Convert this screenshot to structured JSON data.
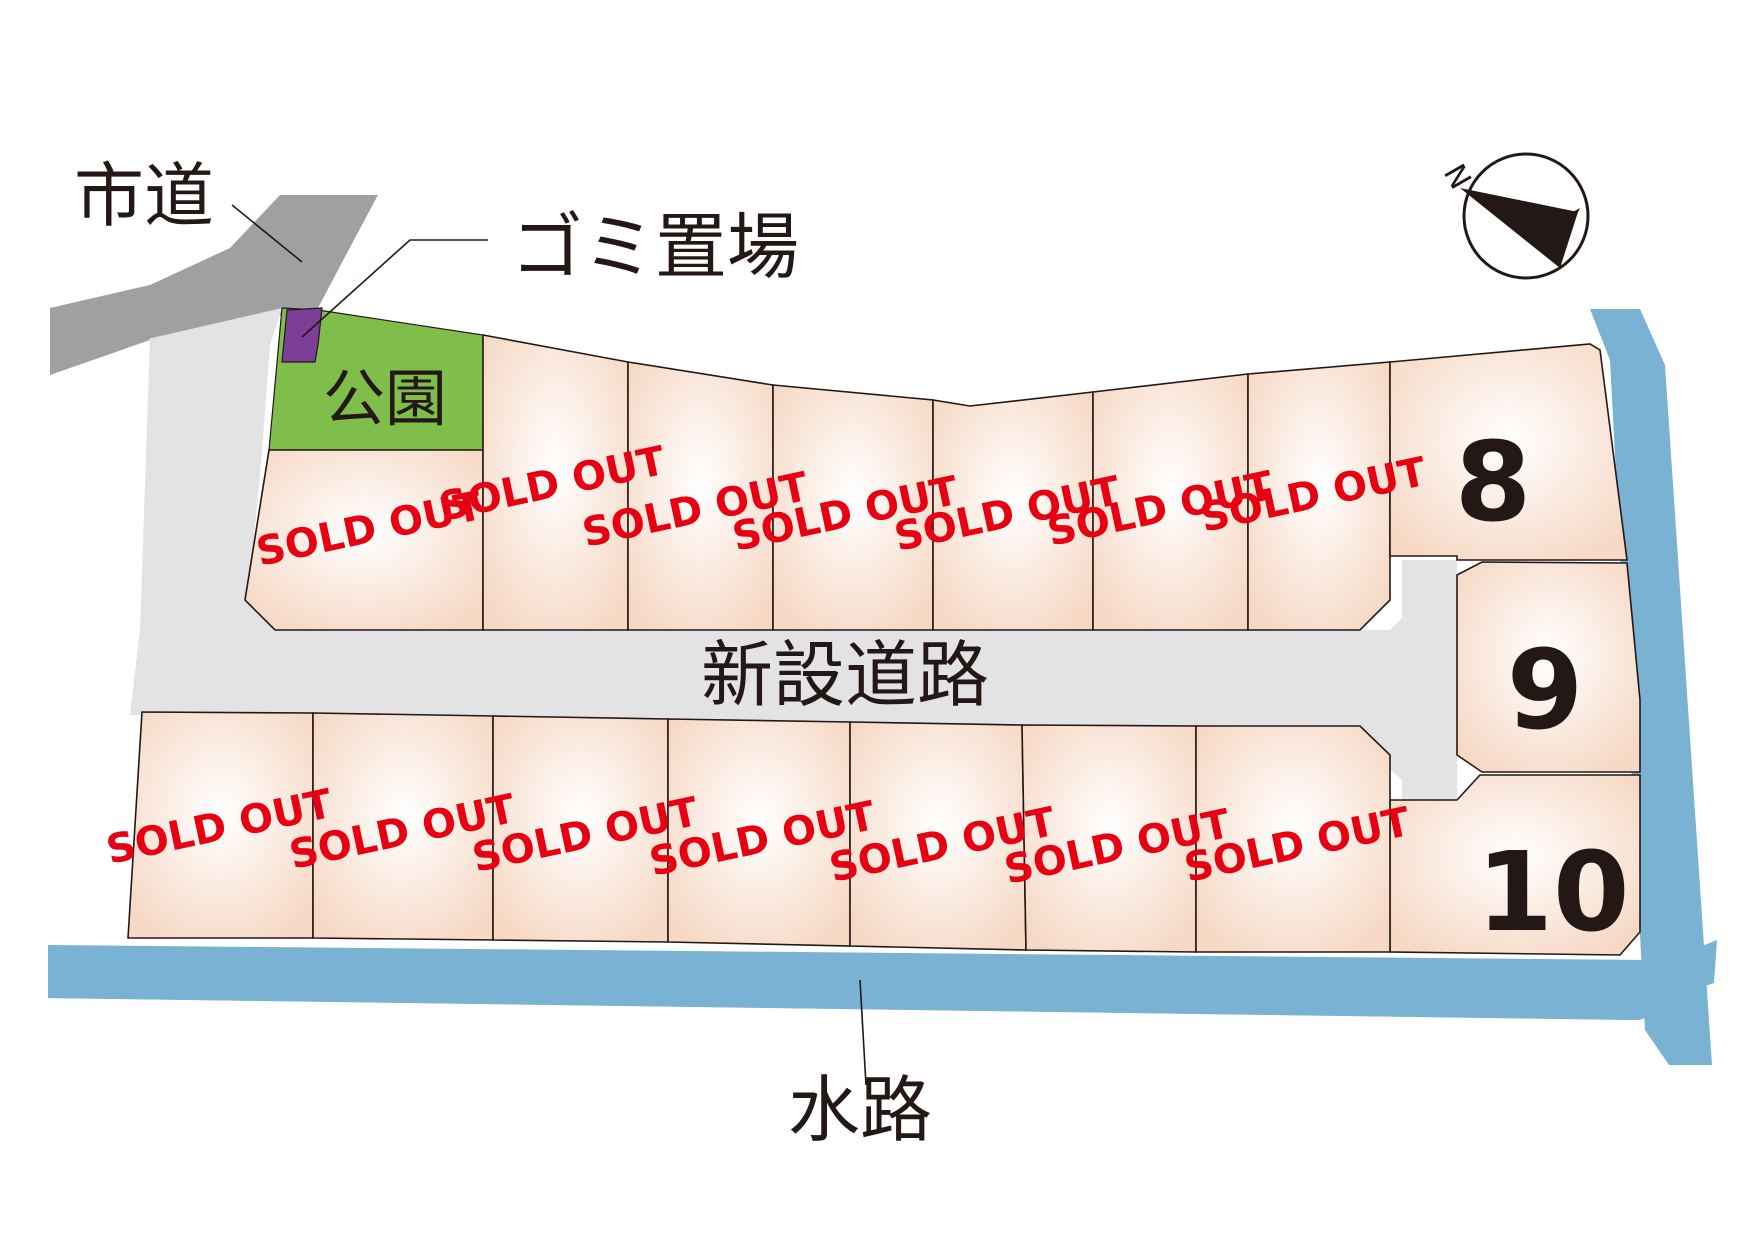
{
  "labels": {
    "city_road": "市道",
    "garbage": "ゴミ置場",
    "park": "公園",
    "new_road": "新設道路",
    "waterway": "水路",
    "north": "N"
  },
  "sold_text": "SOLD OUT",
  "lots": [
    {
      "id": "north-1",
      "status": "SOLD OUT"
    },
    {
      "id": "north-2",
      "status": "SOLD OUT"
    },
    {
      "id": "north-3",
      "status": "SOLD OUT"
    },
    {
      "id": "north-4",
      "status": "SOLD OUT"
    },
    {
      "id": "north-5",
      "status": "SOLD OUT"
    },
    {
      "id": "north-6",
      "status": "SOLD OUT"
    },
    {
      "id": "north-7",
      "status": "SOLD OUT"
    },
    {
      "id": "lot-8",
      "status": "8"
    },
    {
      "id": "lot-9",
      "status": "9"
    },
    {
      "id": "lot-10",
      "status": "10"
    },
    {
      "id": "south-1",
      "status": "SOLD OUT"
    },
    {
      "id": "south-2",
      "status": "SOLD OUT"
    },
    {
      "id": "south-3",
      "status": "SOLD OUT"
    },
    {
      "id": "south-4",
      "status": "SOLD OUT"
    },
    {
      "id": "south-5",
      "status": "SOLD OUT"
    },
    {
      "id": "south-6",
      "status": "SOLD OUT"
    },
    {
      "id": "south-7",
      "status": "SOLD OUT"
    }
  ],
  "colors": {
    "lot_center": "#ffffff",
    "lot_edge": "#f6d8c4",
    "road": "#e3e3e5",
    "city_road": "#9fa0a0",
    "park": "#7fbe4a",
    "garbage": "#7b3f98",
    "water": "#7ab2d4",
    "sold": "#e60012",
    "ink": "#231815"
  }
}
